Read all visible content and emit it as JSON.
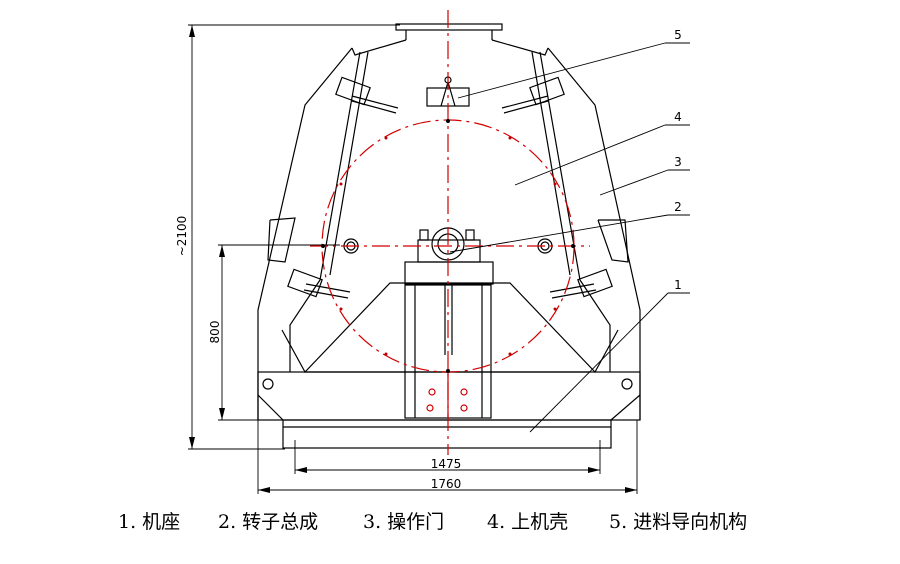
{
  "dimensions": {
    "height_total": "~2100",
    "height_base": "800",
    "width_inner": "1475",
    "width_outer": "1760"
  },
  "callouts": [
    "1",
    "2",
    "3",
    "4",
    "5"
  ],
  "legend": [
    "1. 机座",
    "2. 转子总成",
    "3. 操作门",
    "4. 上机壳",
    "5. 进料导向机构"
  ]
}
